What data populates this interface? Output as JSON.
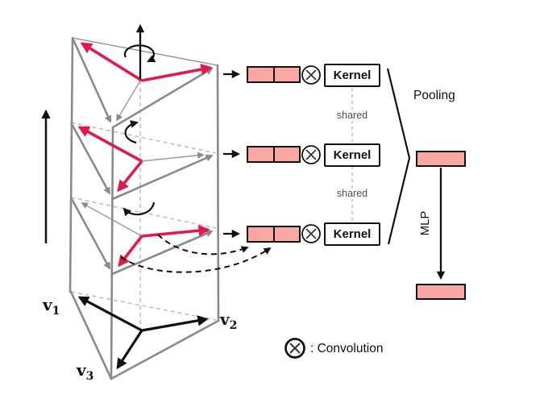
{
  "structure": {
    "vertex_labels": [
      {
        "base": "v",
        "sub": "1"
      },
      {
        "base": "v",
        "sub": "2"
      },
      {
        "base": "v",
        "sub": "3"
      }
    ]
  },
  "conv_pipeline": {
    "rows": [
      {
        "kernel_label": "Kernel"
      },
      {
        "kernel_label": "Kernel"
      },
      {
        "kernel_label": "Kernel"
      }
    ],
    "shared_labels": [
      "shared",
      "shared"
    ]
  },
  "aggregation": {
    "pooling_label": "Pooling",
    "mlp_label": "MLP"
  },
  "legend": {
    "symbol": "convolution-circle-cross",
    "label": ": Convolution"
  },
  "colors": {
    "pink": "#f8a7a2",
    "red": "#e4194b",
    "gray": "#8a8a8a",
    "light_gray": "#b8b8b8",
    "ink": "#111111",
    "shared_text": "#4d4d4d"
  }
}
